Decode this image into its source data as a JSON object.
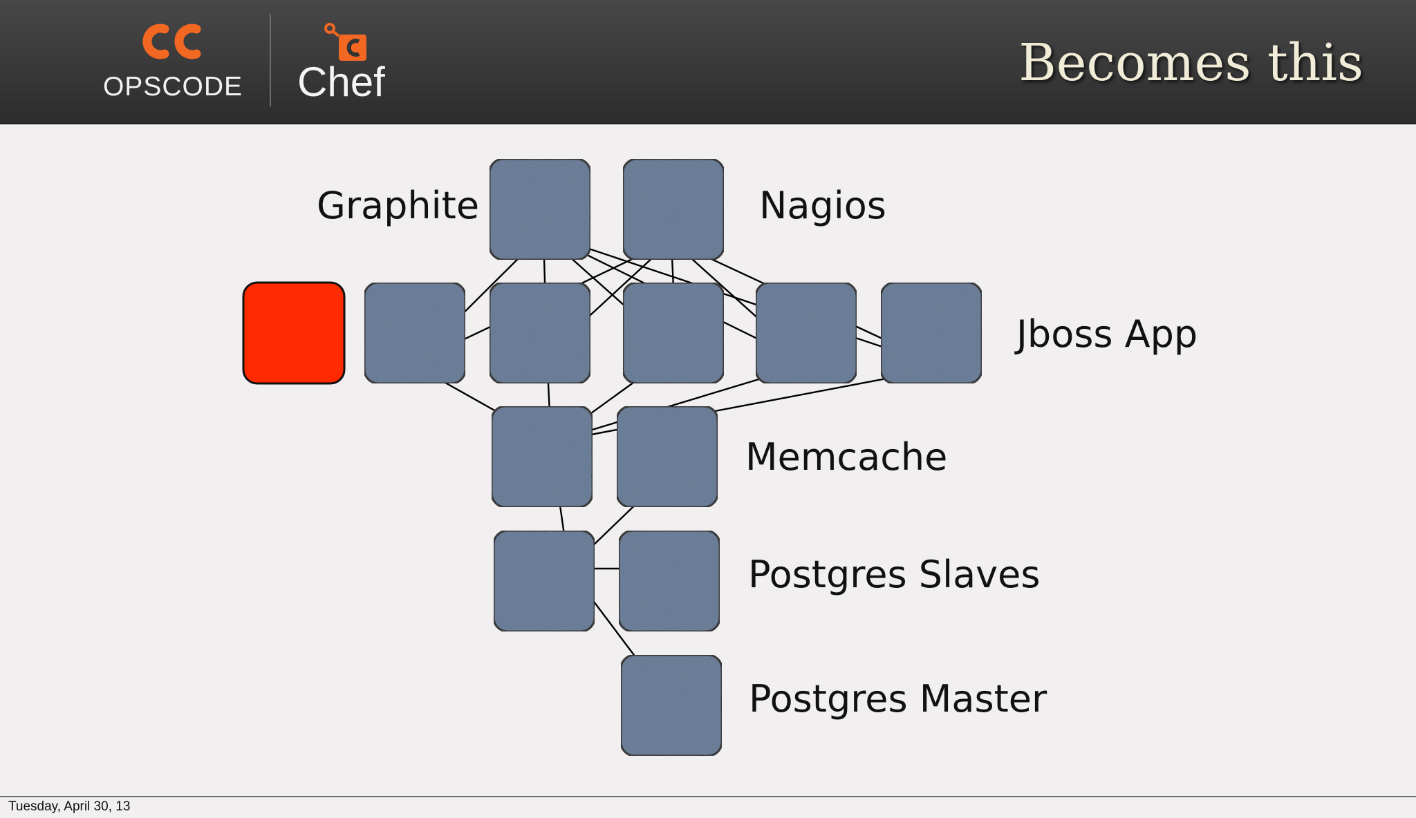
{
  "header": {
    "logo_text": "OPSCODE",
    "product_text": "Chef",
    "title": "Becomes this",
    "brand_orange": "#f26722"
  },
  "diagram": {
    "labels": {
      "graphite": "Graphite",
      "nagios": "Nagios",
      "jboss": "Jboss App",
      "memcache": "Memcache",
      "pg_slaves": "Postgres Slaves",
      "pg_master": "Postgres Master"
    },
    "node_color": "#5e7593",
    "failed_node_color": "#ff2a00",
    "nodes": [
      {
        "id": "graphite",
        "role": "Graphite"
      },
      {
        "id": "nagios",
        "role": "Nagios"
      },
      {
        "id": "failed",
        "role": "Jboss App",
        "status": "failed"
      },
      {
        "id": "jboss1",
        "role": "Jboss App"
      },
      {
        "id": "jboss2",
        "role": "Jboss App"
      },
      {
        "id": "jboss3",
        "role": "Jboss App"
      },
      {
        "id": "jboss4",
        "role": "Jboss App"
      },
      {
        "id": "jboss5",
        "role": "Jboss App"
      },
      {
        "id": "memcache1",
        "role": "Memcache"
      },
      {
        "id": "memcache2",
        "role": "Memcache"
      },
      {
        "id": "pgslave1",
        "role": "Postgres Slaves"
      },
      {
        "id": "pgslave2",
        "role": "Postgres Slaves"
      },
      {
        "id": "pgmaster",
        "role": "Postgres Master"
      }
    ],
    "edges": [
      {
        "from": "graphite",
        "to": "jboss1"
      },
      {
        "from": "graphite",
        "to": "jboss2"
      },
      {
        "from": "graphite",
        "to": "jboss3"
      },
      {
        "from": "graphite",
        "to": "jboss4"
      },
      {
        "from": "graphite",
        "to": "jboss5"
      },
      {
        "from": "nagios",
        "to": "jboss1"
      },
      {
        "from": "nagios",
        "to": "jboss2"
      },
      {
        "from": "nagios",
        "to": "jboss3"
      },
      {
        "from": "nagios",
        "to": "jboss4"
      },
      {
        "from": "nagios",
        "to": "jboss5"
      },
      {
        "from": "jboss1",
        "to": "memcache1"
      },
      {
        "from": "jboss2",
        "to": "memcache1"
      },
      {
        "from": "jboss3",
        "to": "memcache1"
      },
      {
        "from": "jboss4",
        "to": "memcache1"
      },
      {
        "from": "jboss5",
        "to": "memcache1"
      },
      {
        "from": "memcache1",
        "to": "pgslave1"
      },
      {
        "from": "memcache2",
        "to": "pgslave1"
      },
      {
        "from": "pgslave1",
        "to": "pgslave2"
      },
      {
        "from": "pgslave1",
        "to": "pgmaster"
      }
    ]
  },
  "footer": {
    "date": "Tuesday, April 30, 13"
  }
}
